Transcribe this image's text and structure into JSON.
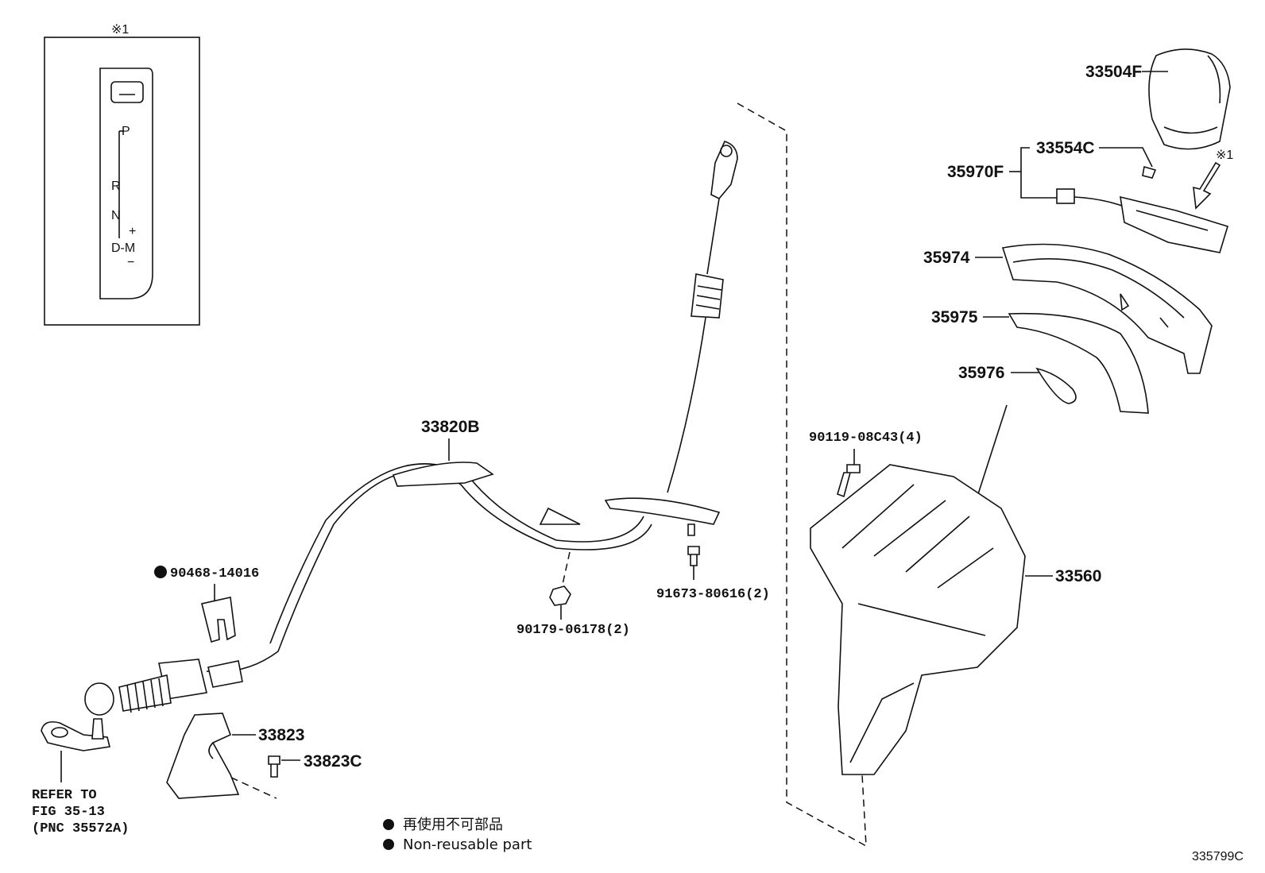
{
  "inset": {
    "note": "※1",
    "gate": {
      "p": "P",
      "r": "R",
      "n": "N",
      "d": "D-M",
      "plus": "+",
      "minus": "−"
    }
  },
  "labels": {
    "p33504F": "33504F",
    "p33554C": "33554C",
    "p35970F": "35970F",
    "note1": "※1",
    "p35974": "35974",
    "p35975": "35975",
    "p35976": "35976",
    "p33820B": "33820B",
    "p90119": "90119-08C43(4)",
    "p33560": "33560",
    "p90468": "90468-14016",
    "p91673": "91673-80616(2)",
    "p90179": "90179-06178(2)",
    "p33823": "33823",
    "p33823C": "33823C"
  },
  "refer": {
    "line1": "REFER TO",
    "line2": "FIG 35-13",
    "line3": "(PNC 35572A)"
  },
  "legend": {
    "jp": "再使用不可部品",
    "en": "Non-reusable part"
  },
  "figure_id": "335799C"
}
